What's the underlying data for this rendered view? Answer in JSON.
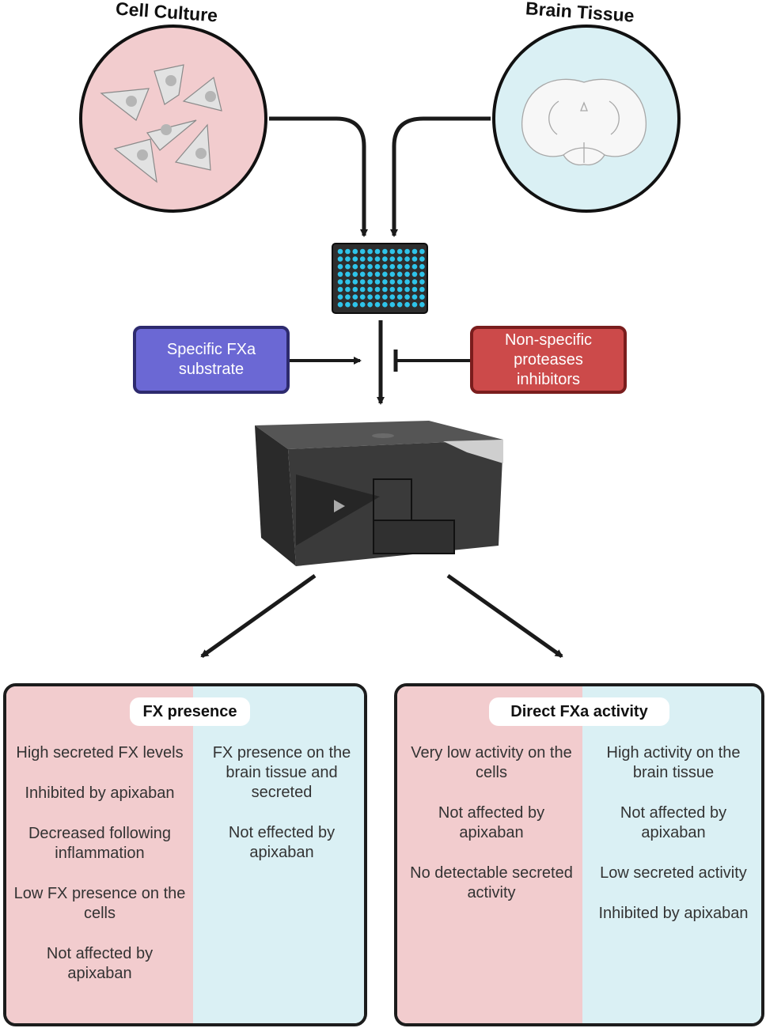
{
  "top": {
    "cell_culture_title": "Cell Culture",
    "brain_tissue_title": "Brain Tissue"
  },
  "inputs": {
    "substrate_label": "Specific FXa substrate",
    "inhibitors_label": "Non-specific proteases inhibitors"
  },
  "panels": {
    "fx_presence": {
      "title": "FX presence",
      "left": [
        "High secreted FX levels",
        "Inhibited by apixaban",
        "Decreased following inflammation",
        "Low FX presence on the cells",
        "Not affected by apixaban"
      ],
      "right": [
        "FX presence on the brain tissue and secreted",
        "Not effected by apixaban"
      ]
    },
    "fxa_activity": {
      "title": "Direct FXa activity",
      "left": [
        "Very low activity on the cells",
        "Not affected by apixaban",
        "No detectable secreted activity"
      ],
      "right": [
        "High activity on the brain tissue",
        "Not affected by apixaban",
        "Low secreted activity",
        "Inhibited by apixaban"
      ]
    }
  },
  "colors": {
    "cell_bg": "#f2ccce",
    "brain_bg": "#daf0f4",
    "substrate_fill": "#6b68d4",
    "substrate_border": "#2d2a6e",
    "inhibitor_fill": "#cc4a4a",
    "inhibitor_border": "#7a1d1d",
    "well_color": "#2ec4ea"
  }
}
